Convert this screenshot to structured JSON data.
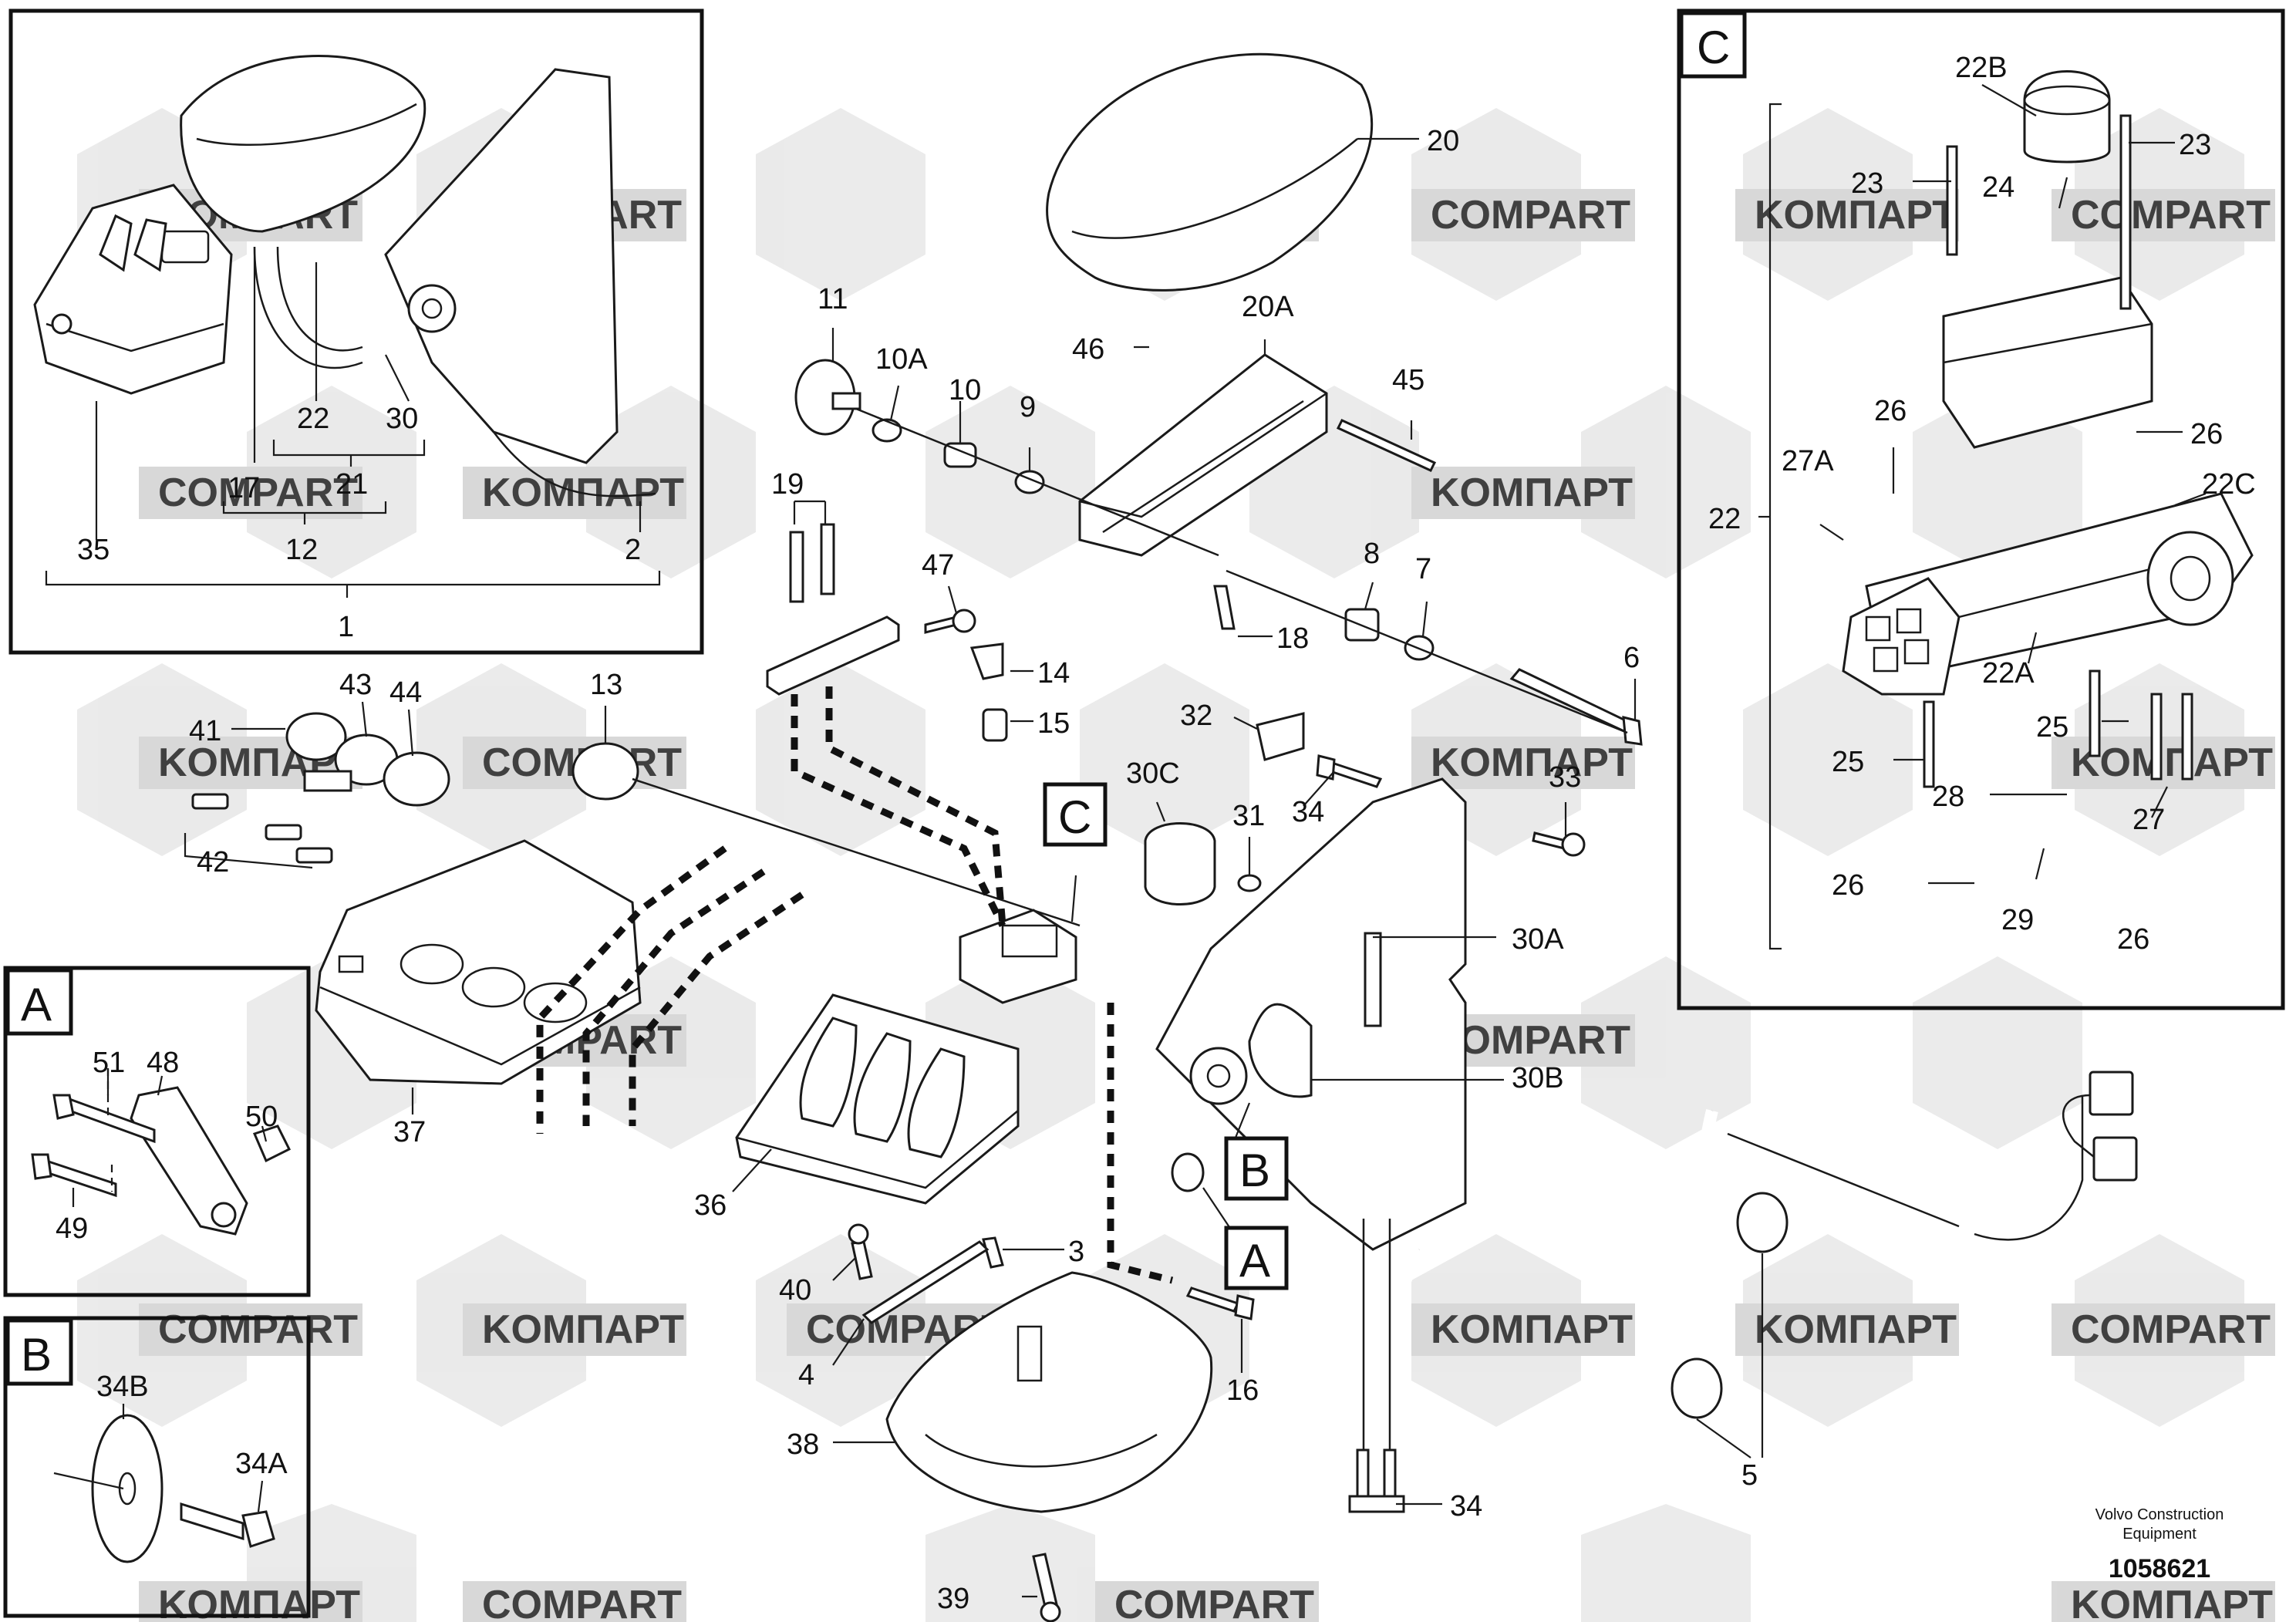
{
  "diagram": {
    "watermarks": [
      "COMPART",
      "KOMПАРТ",
      "COMPART",
      "KOMПАРТ",
      "COMPART",
      "KOMПАРТ",
      "COMPART",
      "KOMПАРТ"
    ],
    "insets": {
      "one": {
        "labels": [
          "17",
          "22",
          "30",
          "21",
          "12",
          "35",
          "2",
          "1"
        ]
      },
      "c": {
        "letter": "C",
        "labels": [
          "22B",
          "23",
          "23",
          "24",
          "26",
          "26",
          "27A",
          "22",
          "22C",
          "22A",
          "25",
          "25",
          "27",
          "28",
          "26",
          "29",
          "26"
        ]
      },
      "a": {
        "letter": "A",
        "labels": [
          "51",
          "48",
          "50",
          "49"
        ]
      },
      "b": {
        "letter": "B",
        "labels": [
          "34B",
          "34A"
        ]
      }
    },
    "main_labels": [
      "20",
      "20A",
      "46",
      "45",
      "11",
      "10A",
      "10",
      "9",
      "19",
      "47",
      "8",
      "7",
      "18",
      "14",
      "15",
      "6",
      "41",
      "43",
      "44",
      "13",
      "42",
      "32",
      "30C",
      "31",
      "34",
      "33",
      "30A",
      "37",
      "30B",
      "36",
      "3",
      "40",
      "16",
      "4",
      "38",
      "5",
      "34",
      "39"
    ],
    "callout_letters": [
      "C",
      "B",
      "A"
    ],
    "credit": {
      "line1": "Volvo Construction",
      "line2": "Equipment",
      "doc_number": "1058621"
    }
  }
}
